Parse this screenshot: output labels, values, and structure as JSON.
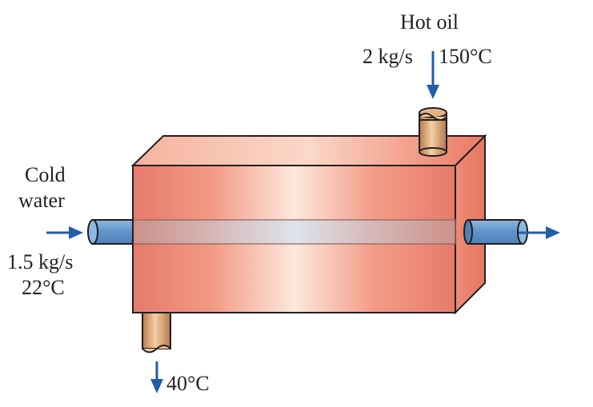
{
  "colors": {
    "body_dark": "#e77f6e",
    "body_mid": "#f4a48f",
    "body_light": "#fde6da",
    "top_face_start": "#f9c6b3",
    "top_face_end": "#ef7f6a",
    "side_face": "#f08d78",
    "water_pipe": "#6d9fd2",
    "oil_pipe": "#c98a5a",
    "oil_pipe_light": "#f3cfa6",
    "arrow": "#1f5fa5",
    "outline": "#231f20"
  },
  "labels": {
    "hot_oil_title": "Hot oil",
    "hot_oil_flow": "2 kg/s",
    "hot_oil_temp": "150°C",
    "cold_water_line1": "Cold",
    "cold_water_line2": "water",
    "cold_water_flow": "1.5 kg/s",
    "cold_water_temp": "22°C",
    "oil_outlet_temp": "40°C"
  },
  "icons": {
    "arrow": "arrow-icon",
    "pipe": "pipe-icon"
  }
}
